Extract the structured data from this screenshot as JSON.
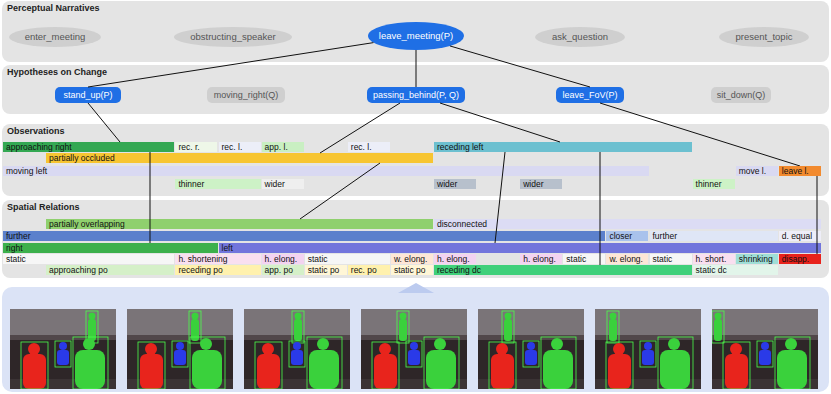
{
  "diagram": {
    "nodes": [
      {
        "text": [
          "Perceptual Narratives"
        ]
      },
      {
        "text": [
          "enter_meeting"
        ],
        "in": 0
      },
      {
        "text": [
          "obstructing_speaker"
        ],
        "in": 0
      },
      {
        "text": [
          "leave_meeting(P)"
        ],
        "in": 0
      },
      {
        "text": [
          "ask_question"
        ],
        "in": 0
      },
      {
        "text": [
          "present_topic"
        ],
        "in": 0
      },
      {
        "text": [
          "Hypotheses on Change"
        ]
      },
      {
        "text": [
          "stand_up(P)"
        ],
        "in": 6
      },
      {
        "text": [
          "moving_right(Q)"
        ],
        "in": 6
      },
      {
        "text": [
          "passing_behind(P, Q)"
        ],
        "in": 6
      },
      {
        "text": [
          "leave_FoV(P)"
        ],
        "in": 6
      },
      {
        "text": [
          "sit_down(Q)"
        ],
        "in": 6
      },
      {
        "text": [
          "Observations"
        ]
      },
      {
        "text": [
          "approaching right"
        ],
        "in": 12
      },
      {
        "text": [
          "rec. r."
        ],
        "in": 12
      },
      {
        "text": [
          "rec. l."
        ],
        "in": 12
      },
      {
        "text": [
          "app. l."
        ],
        "in": 12
      },
      {
        "text": [
          "rec. l."
        ],
        "in": 12
      },
      {
        "text": [
          "receding left"
        ],
        "in": 12
      },
      {
        "text": [
          "partially occluded"
        ],
        "in": 12
      },
      {
        "text": [
          "moving left"
        ],
        "in": 12
      },
      {
        "text": [
          "move l."
        ],
        "in": 12
      },
      {
        "text": [
          "leave l."
        ],
        "in": 12
      },
      {
        "text": [
          "thinner"
        ],
        "in": 12
      },
      {
        "text": [
          "wider"
        ],
        "in": 12
      },
      {
        "text": [
          "wider"
        ],
        "in": 12
      },
      {
        "text": [
          "wider"
        ],
        "in": 12
      },
      {
        "text": [
          "thinner"
        ],
        "in": 12
      },
      {
        "text": [
          "Spatial Relations"
        ]
      },
      {
        "text": [
          "partially overlapping"
        ],
        "in": 28
      },
      {
        "text": [
          "disconnected"
        ],
        "in": 28
      },
      {
        "text": [
          "further"
        ],
        "in": 28
      },
      {
        "text": [
          "closer"
        ],
        "in": 28
      },
      {
        "text": [
          "further"
        ],
        "in": 28
      },
      {
        "text": [
          "d. equal"
        ],
        "in": 28
      },
      {
        "text": [
          "right"
        ],
        "in": 28
      },
      {
        "text": [
          "left"
        ],
        "in": 28
      },
      {
        "text": [
          "static"
        ],
        "in": 28
      },
      {
        "text": [
          "h. shortening"
        ],
        "in": 28
      },
      {
        "text": [
          "h. elong."
        ],
        "in": 28
      },
      {
        "text": [
          "static"
        ],
        "in": 28
      },
      {
        "text": [
          "w. elong."
        ],
        "in": 28
      },
      {
        "text": [
          "h. elong."
        ],
        "in": 28
      },
      {
        "text": [
          "h. elong."
        ],
        "in": 28
      },
      {
        "text": [
          "static"
        ],
        "in": 28
      },
      {
        "text": [
          "w. elong."
        ],
        "in": 28
      },
      {
        "text": [
          "static"
        ],
        "in": 28
      },
      {
        "text": [
          "h. short."
        ],
        "in": 28
      },
      {
        "text": [
          "shrinking"
        ],
        "in": 28
      },
      {
        "text": [
          "disapp."
        ],
        "in": 28
      },
      {
        "text": [
          "approaching po"
        ],
        "in": 28
      },
      {
        "text": [
          "receding po"
        ],
        "in": 28
      },
      {
        "text": [
          "app. po"
        ],
        "in": 28
      },
      {
        "text": [
          "static po"
        ],
        "in": 28
      },
      {
        "text": [
          "rec. po"
        ],
        "in": 28
      },
      {
        "text": [
          "static po"
        ],
        "in": 28
      },
      {
        "text": [
          "receding dc"
        ],
        "in": 28
      },
      {
        "text": [
          "static dc"
        ],
        "in": 28
      }
    ],
    "edges": [
      {
        "from": 3,
        "to": 7,
        "arrow": "none"
      },
      {
        "from": 3,
        "to": 9,
        "arrow": "none"
      },
      {
        "from": 3,
        "to": 10,
        "arrow": "none"
      },
      {
        "from": 7,
        "to": 13,
        "arrow": "none"
      },
      {
        "from": 9,
        "to": 19,
        "arrow": "none"
      },
      {
        "from": 9,
        "to": 18,
        "arrow": "none"
      },
      {
        "from": 10,
        "to": 22,
        "arrow": "none"
      },
      {
        "from": 13,
        "to": 35,
        "arrow": "none"
      },
      {
        "from": 19,
        "to": 29,
        "arrow": "none"
      },
      {
        "from": 18,
        "to": 56,
        "arrow": "none"
      },
      {
        "from": 18,
        "to": 36,
        "arrow": "none"
      },
      {
        "from": 22,
        "to": 49,
        "arrow": "none"
      }
    ]
  }
}
